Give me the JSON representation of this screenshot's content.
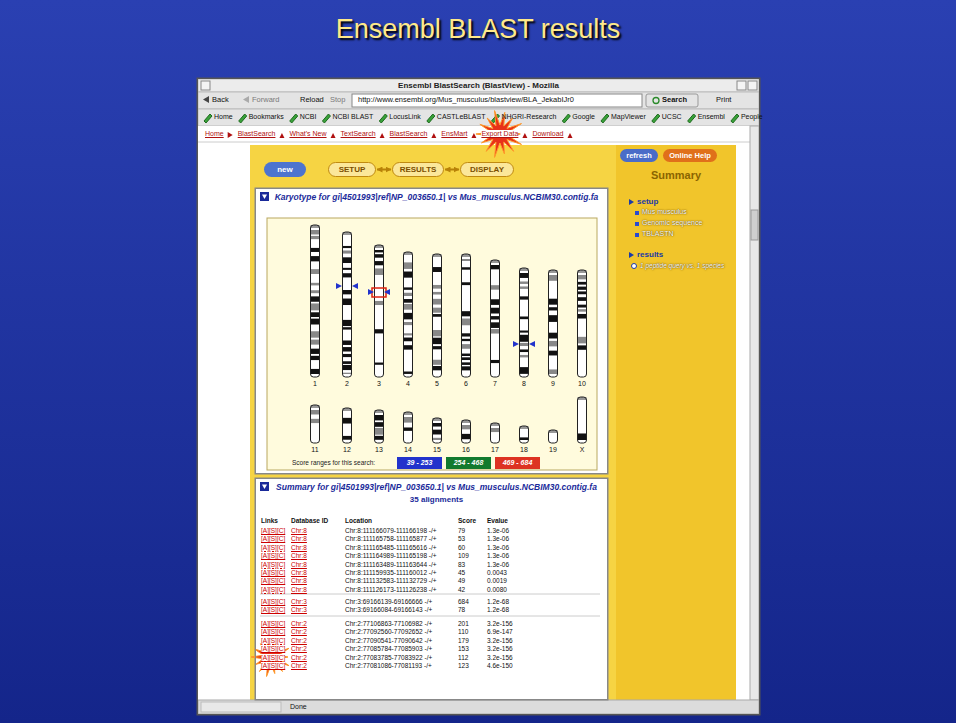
{
  "diagram": {
    "title": "Ensembl BLAST results",
    "nodes": [
      {
        "text": [
          "Ensembl BlastSearch (BlastView) - Mozilla"
        ]
      },
      {
        "text": [
          "new"
        ],
        "in": 0
      },
      {
        "text": [
          "SETUP"
        ],
        "in": 0
      },
      {
        "text": [
          "RESULTS"
        ],
        "in": 0
      },
      {
        "text": [
          "DISPLAY"
        ],
        "in": 0
      },
      {
        "text": [
          "Karyotype for gi|4501993|ref|NP_003650.1| vs Mus_musculus.NCBIM30.contig.fa"
        ],
        "in": 0
      },
      {
        "text": [
          "39 - 253"
        ],
        "in": 5
      },
      {
        "text": [
          "254 - 468"
        ],
        "in": 5
      },
      {
        "text": [
          "469 - 684"
        ],
        "in": 5
      },
      {
        "text": [
          "Summary for gi|4501993|ref|NP_003650.1| vs Mus_musculus.NCBIM30.contig.fa",
          "35 alignments"
        ],
        "in": 0
      },
      {
        "text": [
          "Summary"
        ],
        "in": 0
      },
      {
        "text": [
          "refresh"
        ],
        "in": 10
      },
      {
        "text": [
          "Online Help"
        ],
        "in": 10
      }
    ],
    "edges": [
      {
        "from": 2,
        "to": 3,
        "arrow": "both"
      },
      {
        "from": 3,
        "to": 4,
        "arrow": "both"
      }
    ],
    "labels": [
      "Back",
      "Forward",
      "Reload",
      "Stop",
      "http://www.ensembl.org/Mus_musculus/blastview/BLA_JekabIJr0",
      "Search",
      "Print",
      "Home",
      "Bookmarks",
      "NCBI",
      "NCBI BLAST",
      "LocusLink",
      "CASTLeBLAST",
      "NHGRI-Research",
      "Google",
      "MapViewer",
      "UCSC",
      "Ensembl",
      "People",
      "Home",
      "BlastSearch",
      "What's New",
      "TextSearch",
      "BlastSearch",
      "EnsMart",
      "Export Data",
      "Download",
      "setup",
      "Mus musculus",
      "Genomic sequence",
      "TBLASTN",
      "results",
      "1 peptide query vs. 1 species",
      "1",
      "2",
      "3",
      "4",
      "5",
      "6",
      "7",
      "8",
      "9",
      "10",
      "11",
      "12",
      "13",
      "14",
      "15",
      "16",
      "17",
      "18",
      "19",
      "X",
      "Score ranges for this search:",
      "Links",
      "Database ID",
      "Location",
      "Score",
      "Evalue",
      "[A][S][C]",
      "Chr:8",
      "Chr:8:111166079-111166198 -/+",
      "79",
      "1.3e-06",
      "[A][S][C]",
      "Chr:8",
      "Chr:8:111165758-111165877 -/+",
      "53",
      "1.3e-06",
      "[A][S][C]",
      "Chr:8",
      "Chr:8:111165485-111165616 -/+",
      "60",
      "1.3e-06",
      "[A][S][C]",
      "Chr:8",
      "Chr:8:111164989-111165198 -/+",
      "109",
      "1.3e-06",
      "[A][S][C]",
      "Chr:8",
      "Chr:8:111163489-111163644 -/+",
      "83",
      "1.3e-06",
      "[A][S][C]",
      "Chr:8",
      "Chr:8:111159935-111160012 -/+",
      "45",
      "0.0043",
      "[A][S][C]",
      "Chr:8",
      "Chr:8:111132583-111132729 -/+",
      "49",
      "0.0019",
      "[A][S][C]",
      "Chr:8",
      "Chr:8:111126173-111126238 -/+",
      "42",
      "0.0080",
      "[A][S][C]",
      "Chr:3",
      "Chr:3:69166139-69166666 -/+",
      "684",
      "1.2e-68",
      "[A][S][C]",
      "Chr:3",
      "Chr:3:69166084-69166143 -/+",
      "78",
      "1.2e-68",
      "[A][S][C]",
      "Chr:2",
      "Chr:2:77106863-77106982 -/+",
      "201",
      "3.2e-156",
      "[A][S][C]",
      "Chr:2",
      "Chr:2:77092560-77092652 -/+",
      "110",
      "6.9e-147",
      "[A][S][C]",
      "Chr:2",
      "Chr:2:77090541-77090642 -/+",
      "179",
      "3.2e-156",
      "[A][S][C]",
      "Chr:2",
      "Chr:2:77085784-77085903 -/+",
      "153",
      "3.2e-156",
      "[A][S][C]",
      "Chr:2",
      "Chr:2:77083785-77083922 -/+",
      "112",
      "3.2e-156",
      "[A][S][C]",
      "Chr:2",
      "Chr:2:77081086-77081193 -/+",
      "123",
      "4.6e-150",
      "Done"
    ]
  }
}
